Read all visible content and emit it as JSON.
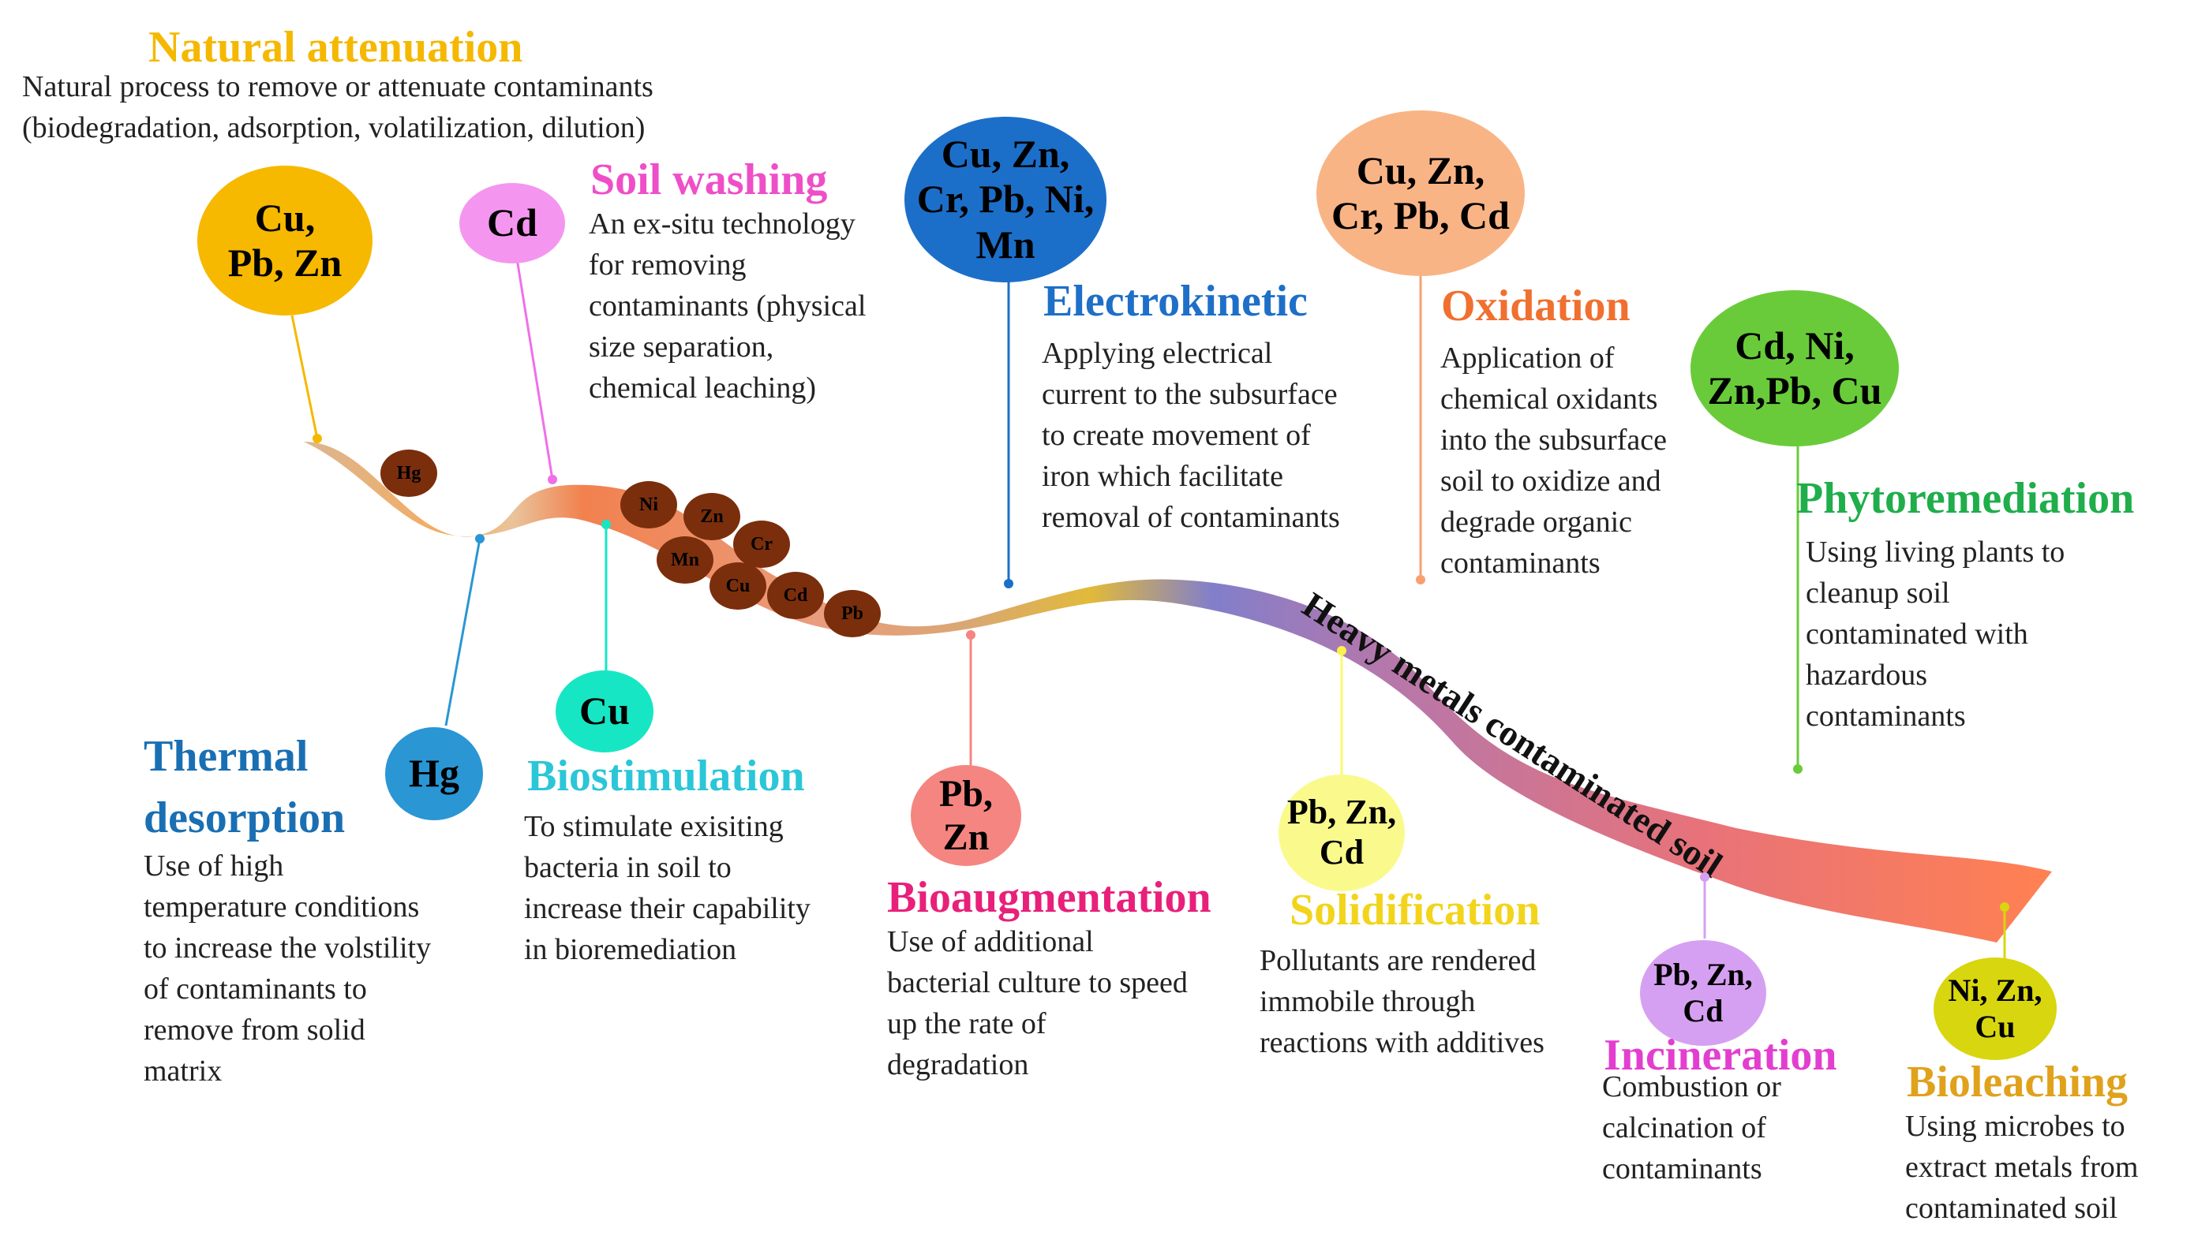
{
  "ribbon_label": "Heavy metals contaminated soil",
  "ribbon_metals": [
    "Hg",
    "Ni",
    "Zn",
    "Cr",
    "Mn",
    "Cu",
    "Cd",
    "Pb"
  ],
  "methods": [
    {
      "key": "natural_attenuation",
      "title": "Natural attenuation",
      "color": "#F5B800",
      "metals": "Cu,\nPb, Zn",
      "circle_color": "#F7B800",
      "description": "Natural process to remove or attenuate contaminants\n(biodegradation, adsorption, volatilization, dilution)"
    },
    {
      "key": "soil_washing",
      "title": "Soil washing",
      "color": "#EE4FC8",
      "metals": "Cd",
      "circle_color": "#F496F0",
      "description": "An ex-situ technology\nfor removing\ncontaminants (physical\nsize separation,\nchemical leaching)"
    },
    {
      "key": "electrokinetic",
      "title": "Electrokinetic",
      "color": "#1E6FC7",
      "metals": "Cu, Zn,\nCr, Pb, Ni,\nMn",
      "circle_color": "#1C6FC9",
      "description": "Applying electrical\ncurrent to the subsurface\nto create movement of\niron which facilitate\nremoval of contaminants"
    },
    {
      "key": "oxidation",
      "title": "Oxidation",
      "color": "#F07030",
      "metals": "Cu, Zn,\nCr, Pb, Cd",
      "circle_color": "#F9B486",
      "description": "Application of\nchemical oxidants\ninto the subsurface\nsoil to oxidize and\ndegrade organic\ncontaminants"
    },
    {
      "key": "phytoremediation",
      "title": "Phytoremediation",
      "color": "#1FAE4B",
      "metals": "Cd, Ni,\nZn,Pb, Cu",
      "circle_color": "#69CB3A",
      "description": "Using living plants to\ncleanup soil\ncontaminated with\nhazardous\ncontaminants"
    },
    {
      "key": "thermal_desorption",
      "title": "Thermal\ndesorption",
      "color": "#1A6FB3",
      "metals": "Hg",
      "circle_color": "#2A96D4",
      "description": "Use of high\ntemperature conditions\nto increase the volstility\nof contaminants to\nremove from solid\nmatrix"
    },
    {
      "key": "biostimulation",
      "title": "Biostimulation",
      "color": "#2BC6D8",
      "metals": "Cu",
      "circle_color": "#17E6C4",
      "description": "To stimulate exisiting\nbacteria in soil to\nincrease their capability\nin bioremediation"
    },
    {
      "key": "bioaugmentation",
      "title": "Bioaugmentation",
      "color": "#E8207A",
      "metals": "Pb,\nZn",
      "circle_color": "#F58580",
      "description": "Use of additional\nbacterial culture to speed\nup the rate of\ndegradation"
    },
    {
      "key": "solidification",
      "title": "Solidification",
      "color": "#F2D41C",
      "metals": "Pb, Zn,\nCd",
      "circle_color": "#FAFA8C",
      "description": "Pollutants are rendered\nimmobile through\nreactions with additives"
    },
    {
      "key": "incineration",
      "title": "Incineration",
      "color": "#E23FD0",
      "metals": "Pb, Zn,\nCd",
      "circle_color": "#D6A0F2",
      "description": "Combustion or\ncalcination of\ncontaminants"
    },
    {
      "key": "bioleaching",
      "title": "Bioleaching",
      "color": "#E0A21C",
      "metals": "Ni, Zn,\nCu",
      "circle_color": "#D8D60E",
      "description": "Using microbes to\nextract metals from\ncontaminated soil"
    }
  ]
}
